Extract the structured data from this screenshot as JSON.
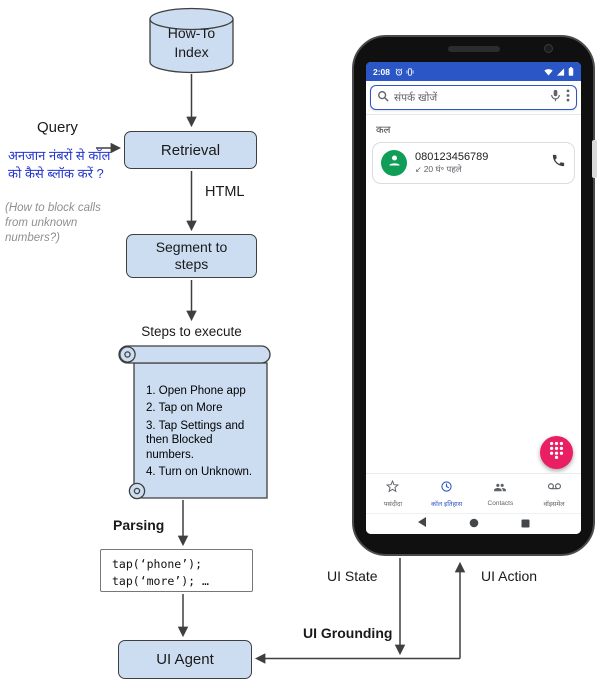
{
  "diagram": {
    "howto_line1": "How-To",
    "howto_line2": "Index",
    "query_label": "Query",
    "query_hindi": "अनजान नंबरों से कॉल को कैसे ब्लॉक करें ?",
    "query_english": "(How to block calls from unknown numbers?)",
    "retrieval_label": "Retrieval",
    "html_label": "HTML",
    "segment_label": "Segment to steps",
    "steps_title": "Steps to execute",
    "steps": [
      "1. Open Phone app",
      "2. Tap on More",
      "3. Tap Settings and then Blocked numbers.",
      "4. Turn on Unknown."
    ],
    "parsing_label": "Parsing",
    "code_lines": [
      "tap(‘phone’);",
      "tap(‘more’); …"
    ],
    "ui_agent_label": "UI Agent",
    "ui_state_label": "UI State",
    "ui_action_label": "UI Action",
    "ui_grounding_label": "UI Grounding"
  },
  "phone": {
    "status_time": "2:08",
    "search_placeholder": "संपर्क खोजें",
    "section_header": "कल",
    "contact_number": "080123456789",
    "call_direction_arrow": "↙",
    "contact_time": "20 घं॰ पहले",
    "nav_items": [
      {
        "label": "पसंदीदा",
        "active": false
      },
      {
        "label": "कॉल इतिहास",
        "active": true
      },
      {
        "label": "Contacts",
        "active": false
      },
      {
        "label": "वॉइसमेल",
        "active": false
      }
    ]
  },
  "colors": {
    "box_fill": "#cdddf1",
    "box_border": "#3f3f3f",
    "query_blue": "#2336cf",
    "status_blue": "#2a56c6",
    "fab_pink": "#e91e63",
    "avatar_green": "#0f9d58"
  }
}
